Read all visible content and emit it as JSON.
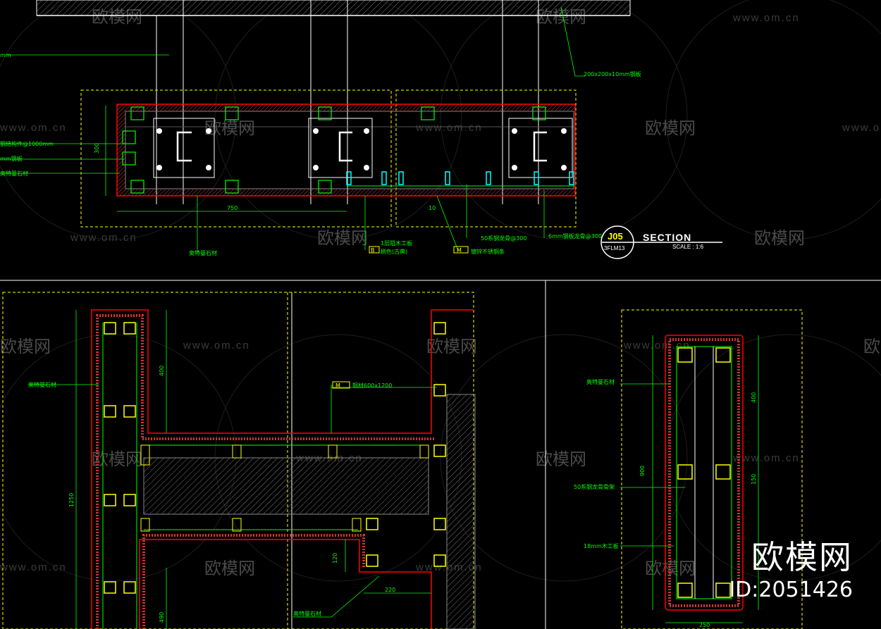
{
  "section_tag": {
    "code": "J05",
    "sheet": "3FLM13",
    "title": "SECTION",
    "scale": "SCALE : 1:6"
  },
  "watermark": {
    "url": "www.om.cn",
    "cn": "欧模网"
  },
  "brand": {
    "name": "欧模网",
    "id": "ID:2051426"
  },
  "colors": {
    "background": "#000000",
    "annotation": "#00ff00",
    "outline": "#ff0000",
    "dashed_frame": "#ffff00",
    "fill_box": "#ffff00"
  },
  "dimensions": {
    "top_300": "300",
    "top_750": "750",
    "top_10": "10",
    "left_400": "400",
    "left_1250": "1250",
    "left_120": "120",
    "left_220": "220",
    "left_490": "490",
    "right_400": "400",
    "right_900": "900",
    "right_150": "150",
    "right_250": "250"
  },
  "annotations": {
    "top_plate": "200x200x10mm钢板",
    "left_top": "mm",
    "left_steel": "钢结构件@1000mm",
    "left_plate": "mm钢板",
    "left_stone1": "奥特曼石材",
    "bottom_stone": "奥特曼石材",
    "code_b": "B",
    "note_wood": "1层阻木工板",
    "note_paint": "刷色(古典)",
    "code_m": "M",
    "note_steel": "镀锌不锈钢条",
    "note_50": "50系钢龙骨@300",
    "note_right": "6mm钢板龙骨@300",
    "mid_stone": "奥特曼石材",
    "mid_tag": "M",
    "mid_note": "钢材600x1200",
    "right_stone": "奥特曼石材",
    "right_keel": "50系钢龙骨骨架",
    "right_board": "18mm木工板",
    "bottom_stone2": "奥特曼石材"
  }
}
